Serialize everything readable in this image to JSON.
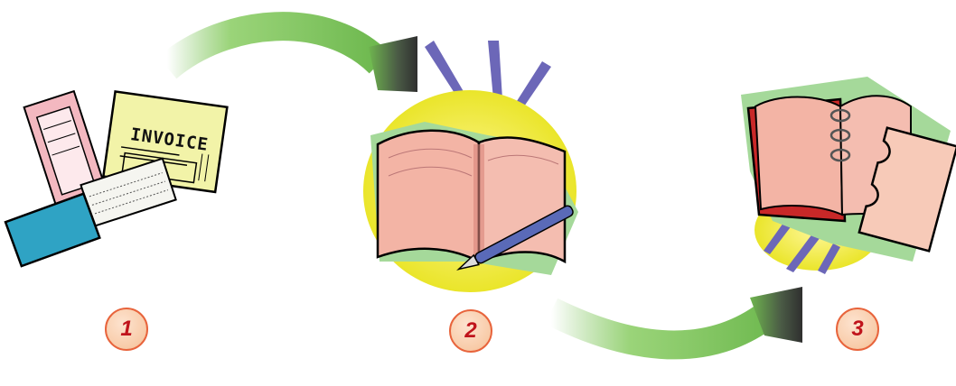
{
  "steps": [
    {
      "number": "1",
      "icon": "invoice-documents-icon"
    },
    {
      "number": "2",
      "icon": "open-journal-with-pen-icon"
    },
    {
      "number": "3",
      "icon": "ledger-binder-icon"
    }
  ],
  "invoice_text": "INVOICE",
  "colors": {
    "arrow": "#7cc25c",
    "arrow_head": "#3a3a3a",
    "badge_border": "#e8643c",
    "badge_fill": "#f8cba8",
    "badge_text": "#c0141c",
    "sun": "#f1ee3a"
  }
}
